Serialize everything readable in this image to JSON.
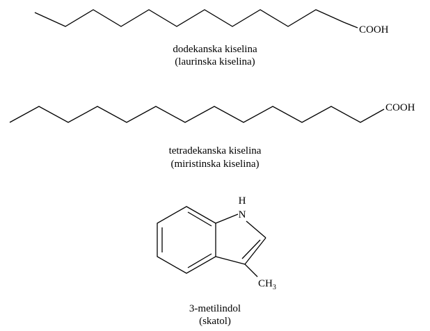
{
  "compounds": [
    {
      "group": "COOH",
      "name_line1": "dodekanska kiselina",
      "name_line2": "(laurinska kiselina)"
    },
    {
      "group": "COOH",
      "name_line1": "tetradekanska kiselina",
      "name_line2": "(miristinska kiselina)"
    },
    {
      "atom_nh_h": "H",
      "atom_nh_n": "N",
      "methyl_c": "CH",
      "methyl_sub": "3",
      "name_line1": "3-metilindol",
      "name_line2": "(skatol)"
    }
  ],
  "colors": {
    "ink": "#000000",
    "background": "#ffffff"
  }
}
